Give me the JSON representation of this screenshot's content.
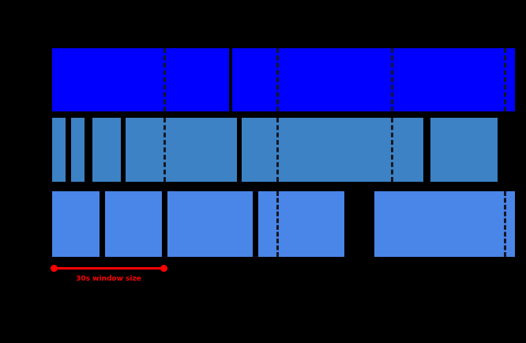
{
  "chart_data": {
    "type": "bar",
    "title": "",
    "xlabel": "",
    "ylabel": "",
    "orientation": "horizontal",
    "background": "#000000",
    "grid": false,
    "legend": null,
    "xlim": [
      0,
      666
    ],
    "plot_left": 66,
    "plot_right": 652,
    "rows": [
      {
        "name": "row-top",
        "label": "",
        "color": "#0000ff",
        "y": 61,
        "height": 80,
        "segments": [
          {
            "start": 66,
            "end": 290
          },
          {
            "start": 294,
            "end": 652
          }
        ],
        "dashes": [
          207,
          350,
          495,
          638
        ]
      },
      {
        "name": "row-middle",
        "label": "",
        "color": "#3c82c4",
        "y": 149,
        "height": 81,
        "segments": [
          {
            "start": 66,
            "end": 83
          },
          {
            "start": 90,
            "end": 107
          },
          {
            "start": 117,
            "end": 153
          },
          {
            "start": 159,
            "end": 300
          },
          {
            "start": 306,
            "end": 536
          },
          {
            "start": 545,
            "end": 630
          }
        ],
        "dashes": [
          207,
          350,
          495
        ]
      },
      {
        "name": "row-bottom",
        "label": "",
        "color": "#4a85e8",
        "y": 242,
        "height": 83,
        "segments": [
          {
            "start": 66,
            "end": 126
          },
          {
            "start": 133,
            "end": 205
          },
          {
            "start": 212,
            "end": 320
          },
          {
            "start": 327,
            "end": 436
          },
          {
            "start": 474,
            "end": 652
          }
        ],
        "dashes": [
          350,
          638
        ]
      }
    ],
    "annotation": {
      "name": "window-size-measure",
      "text": "30s window size",
      "color": "#fe0000",
      "x_start": 68,
      "x_end": 207,
      "y": 338,
      "label_y": 348,
      "value": 30,
      "unit": "s"
    }
  }
}
